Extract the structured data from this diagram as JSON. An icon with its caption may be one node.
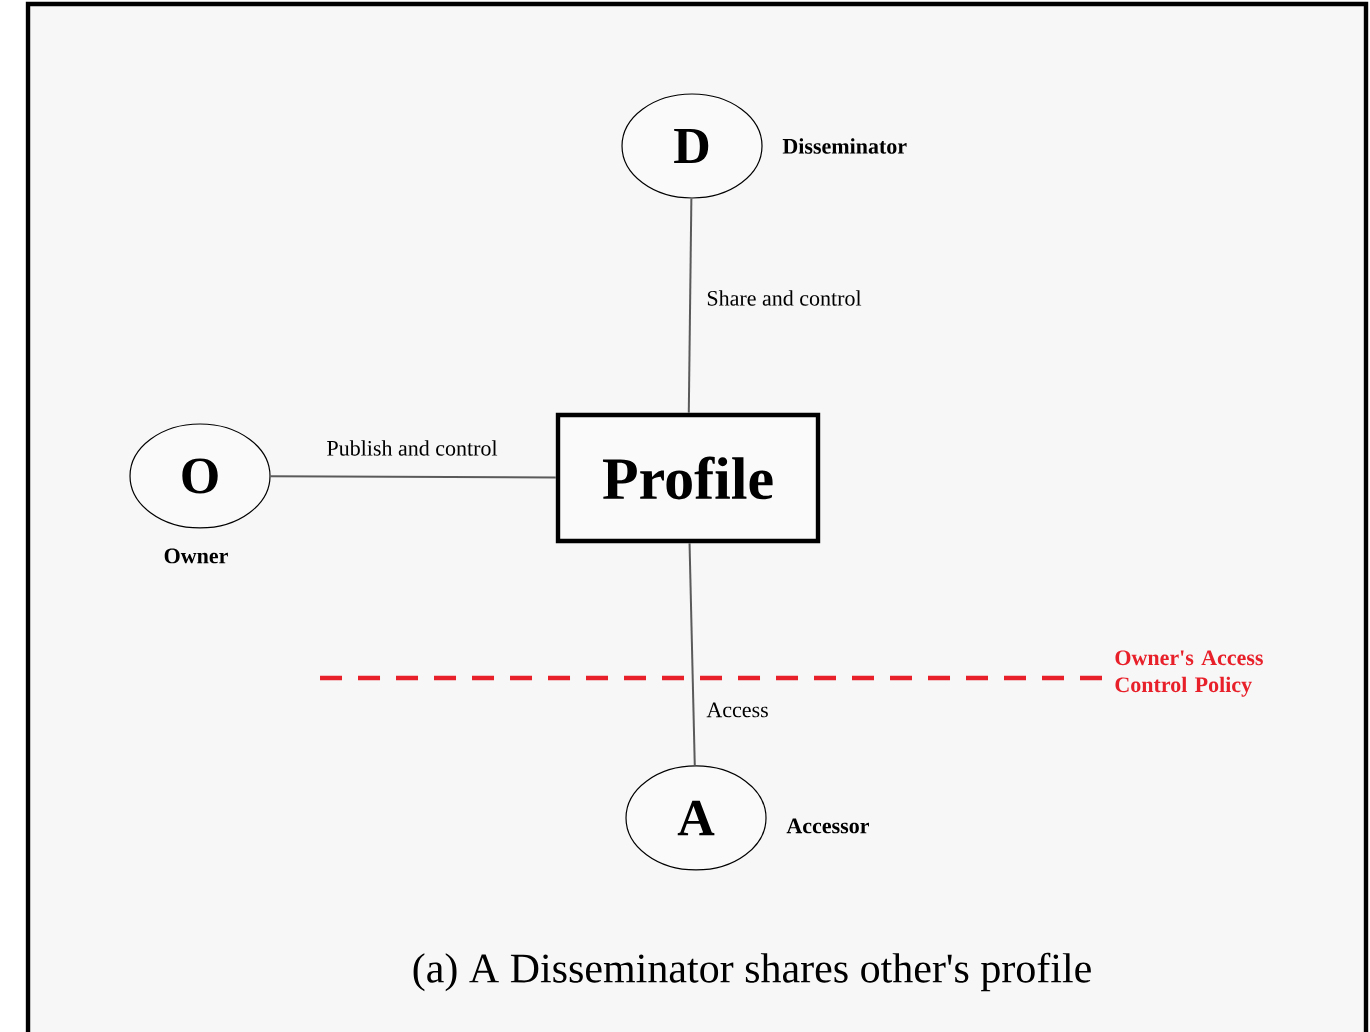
{
  "diagram": {
    "caption": "(a) A Disseminator shares other's profile",
    "nodes": [
      {
        "text": [
          "D"
        ],
        "beside": [
          "Disseminator"
        ]
      },
      {
        "text": [
          "Profile"
        ]
      },
      {
        "text": [
          "O"
        ],
        "beside": [
          "Owner"
        ]
      },
      {
        "text": [
          "A"
        ],
        "beside": [
          "Accessor"
        ]
      }
    ],
    "edges": [
      {
        "from": 0,
        "to": 1,
        "arrow": "none",
        "label": "Share and control"
      },
      {
        "from": 2,
        "to": 1,
        "arrow": "none",
        "label": "Publish and control"
      },
      {
        "from": 1,
        "to": 3,
        "arrow": "none",
        "label": "Access"
      }
    ],
    "labels": [
      "Owner's Access Control Policy"
    ]
  }
}
